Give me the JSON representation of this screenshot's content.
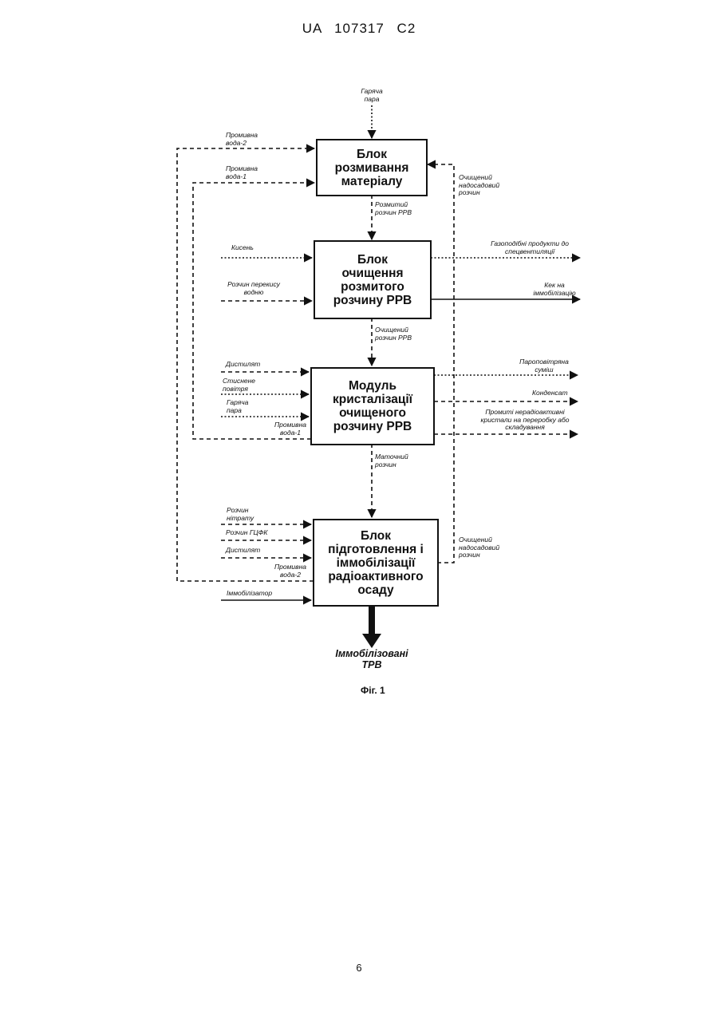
{
  "header": "UA 107317 C2",
  "page_number": "6",
  "caption": "Фіг. 1",
  "blocks": {
    "b1": "Блок\nрозмивання\nматеріалу",
    "b2": "Блок\nочищення\nрозмитого\nрозчину РРВ",
    "b3": "Модуль\nкристалізації\nочищеного\nрозчину РРВ",
    "b4": "Блок\nпідготовлення і\nіммобілізації\nрадіоактивного\nосаду"
  },
  "labels": {
    "hot_steam_top": "Гаряча\nпара",
    "rinse2_top": "Промивна\nвода-2",
    "rinse1_top": "Промивна\nвода-1",
    "supernatant_top": "Очищений\nнадосадовий\nрозчин",
    "washed_solution": "Розмитий\nрозчин РРВ",
    "oxygen": "Кисень",
    "peroxide": "Розчин перекису\nводню",
    "gas_products": "Газоподібні продукти до\nспецвентиляції",
    "cake": "Кек на\nіммобілізацію",
    "cleaned_solution": "Очищений\nрозчин РРВ",
    "distillate1": "Дистилят",
    "compressed_air": "Стиснене\nповітря",
    "hot_steam_mid": "Гаряча\nпара",
    "rinse1_mid": "Промивна\nвода-1",
    "steam_air": "Пароповітряна\nсуміш",
    "condensate": "Конденсат",
    "crystals": "Промиті нерадіоактивні\nкристали на переробку або\nскладування",
    "mother_liquor": "Маточний\nрозчин",
    "nitrate": "Розчин\nнітрату",
    "hcfk": "Розчин ГЦФК",
    "distillate2": "Дистилят",
    "rinse2_bottom": "Промивна\nвода-2",
    "immobilizer": "Іммобілізатор",
    "supernatant_bottom": "Очищений\nнадосадовий\nрозчин"
  },
  "output": "Іммобілізовані\nТРВ"
}
